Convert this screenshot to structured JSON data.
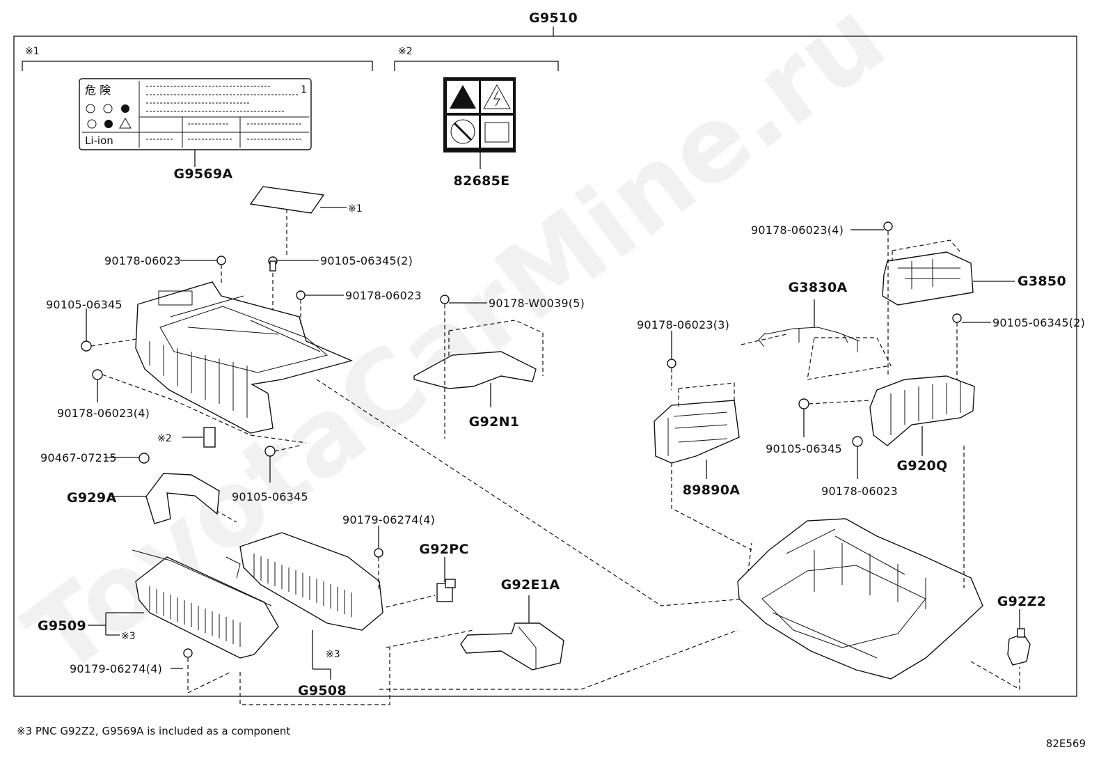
{
  "assembly": {
    "label": "G9510"
  },
  "groups": [
    {
      "id": "g1",
      "marker": "※1"
    },
    {
      "id": "g2",
      "marker": "※2"
    }
  ],
  "labels": {
    "caution_label": "G9569A",
    "caution_plate": "82685E",
    "sticker_ref": "※1",
    "upper_left_nut": "90178-06023",
    "upper_bolt": "90105-06345(2)",
    "cover_nut": "90178-06023",
    "left_bolt": "90105-06345",
    "left_nuts": "90178-06023(4)",
    "pad_ref": "※2",
    "clip": "90467-07215",
    "duct_a": "G929A",
    "lower_bolt": "90105-06345",
    "center_nut": "90178-W0039(5)",
    "center_bracket": "G92N1",
    "right_nut4": "90178-06023(4)",
    "junction_box": "G3850",
    "harness": "G3830A",
    "right_nut3": "90178-06023(3)",
    "ecu_bracket": "G920Q",
    "right_bolt2": "90105-06345(2)",
    "right_bolt": "90105-06345",
    "right_nut": "90178-06023",
    "ecu": "89890A",
    "stack_nut_upper": "90179-06274(4)",
    "connector": "G92PC",
    "duct_e": "G92E1A",
    "clamp": "G92Z2",
    "stack_left": "G9509",
    "stack_left_ref": "※3",
    "stack_nut_lower": "90179-06274(4)",
    "stack_right_ref": "※3",
    "stack_right": "G9508"
  },
  "warning_label": {
    "title": "危 険",
    "page_num": "1",
    "li_ion": "Li-ion"
  },
  "footnote": "※3 PNC G92Z2, G9569A is included as a component",
  "figure_code": "82E569",
  "watermark": "ToyotaCarMine.ru"
}
